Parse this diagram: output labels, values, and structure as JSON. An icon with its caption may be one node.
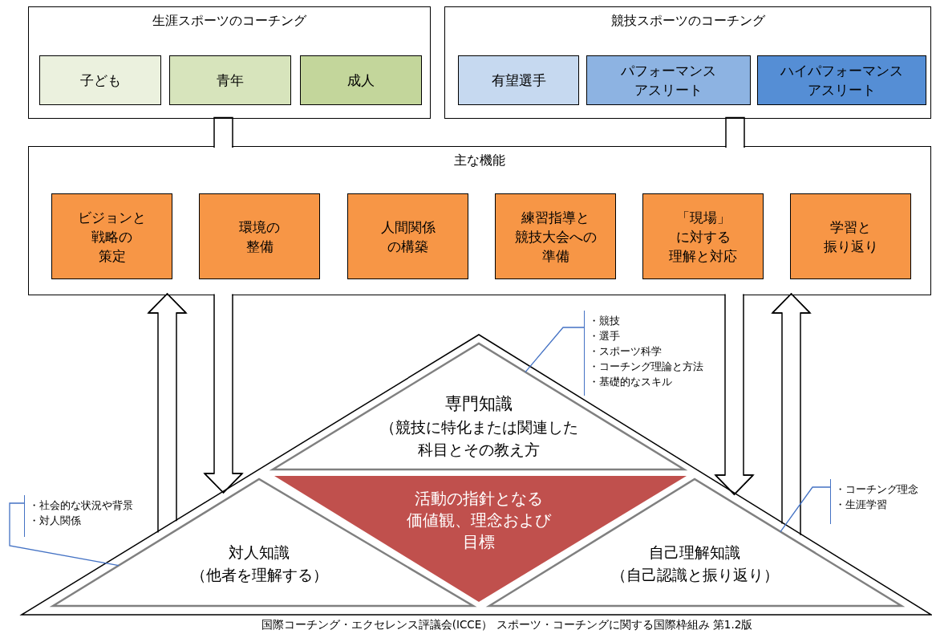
{
  "diagram": {
    "caption": "国際コーチング・エクセレンス評議会(ICCE） スポーツ・コーチングに関する国際枠組み 第1.2版",
    "nodes": [
      {
        "text": [
          "生涯スポーツのコーチング"
        ]
      },
      {
        "text": [
          "子ども"
        ],
        "in": 0
      },
      {
        "text": [
          "青年"
        ],
        "in": 0
      },
      {
        "text": [
          "成人"
        ],
        "in": 0
      },
      {
        "text": [
          "競技スポーツのコーチング"
        ]
      },
      {
        "text": [
          "有望選手"
        ],
        "in": 4
      },
      {
        "text": [
          "パフォーマンスアスリート"
        ],
        "in": 4
      },
      {
        "text": [
          "ハイパフォーマンスアスリート"
        ],
        "in": 4
      },
      {
        "text": [
          "主な機能"
        ]
      },
      {
        "text": [
          "ビジョンと戦略の策定"
        ],
        "in": 8
      },
      {
        "text": [
          "環境の整備"
        ],
        "in": 8
      },
      {
        "text": [
          "人間関係の構築"
        ],
        "in": 8
      },
      {
        "text": [
          "練習指導と競技大会への準備"
        ],
        "in": 8
      },
      {
        "text": [
          "「現場」に対する理解と対応"
        ],
        "in": 8
      },
      {
        "text": [
          "学習と振り返り"
        ],
        "in": 8
      },
      {
        "text": [],
        "shape": "triangle"
      },
      {
        "text": [
          "専門知識",
          "（競技に特化または関連した科目とその教え方"
        ],
        "in": 15
      },
      {
        "text": [
          "活動の指針となる価値観、理念および目標"
        ],
        "in": 15
      },
      {
        "text": [
          "対人知識",
          "（他者を理解する）"
        ],
        "in": 15
      },
      {
        "text": [
          "自己理解知識",
          "（自己認識と振り返り）"
        ],
        "in": 15
      },
      {
        "text": [
          "・競技",
          "・選手",
          "・スポーツ科学",
          "・コーチング理論と方法",
          "・基礎的なスキル"
        ]
      },
      {
        "text": [
          "・社会的な状況や背景",
          "・対人関係"
        ]
      },
      {
        "text": [
          "・コーチング理念",
          "・生涯学習"
        ]
      }
    ],
    "edges": [
      {
        "from": 0,
        "to": 8,
        "arrow": "none"
      },
      {
        "from": 4,
        "to": 8,
        "arrow": "none"
      },
      {
        "from": 15,
        "to": 8,
        "arrow": "to"
      },
      {
        "from": 8,
        "to": 15,
        "arrow": "to"
      },
      {
        "from": 8,
        "to": 15,
        "arrow": "to"
      },
      {
        "from": 15,
        "to": 8,
        "arrow": "to"
      },
      {
        "from": 20,
        "to": 16,
        "arrow": "none",
        "color": "#4472c4"
      },
      {
        "from": 21,
        "to": 18,
        "arrow": "none",
        "color": "#4472c4"
      },
      {
        "from": 22,
        "to": 19,
        "arrow": "none",
        "color": "#4472c4"
      }
    ]
  }
}
